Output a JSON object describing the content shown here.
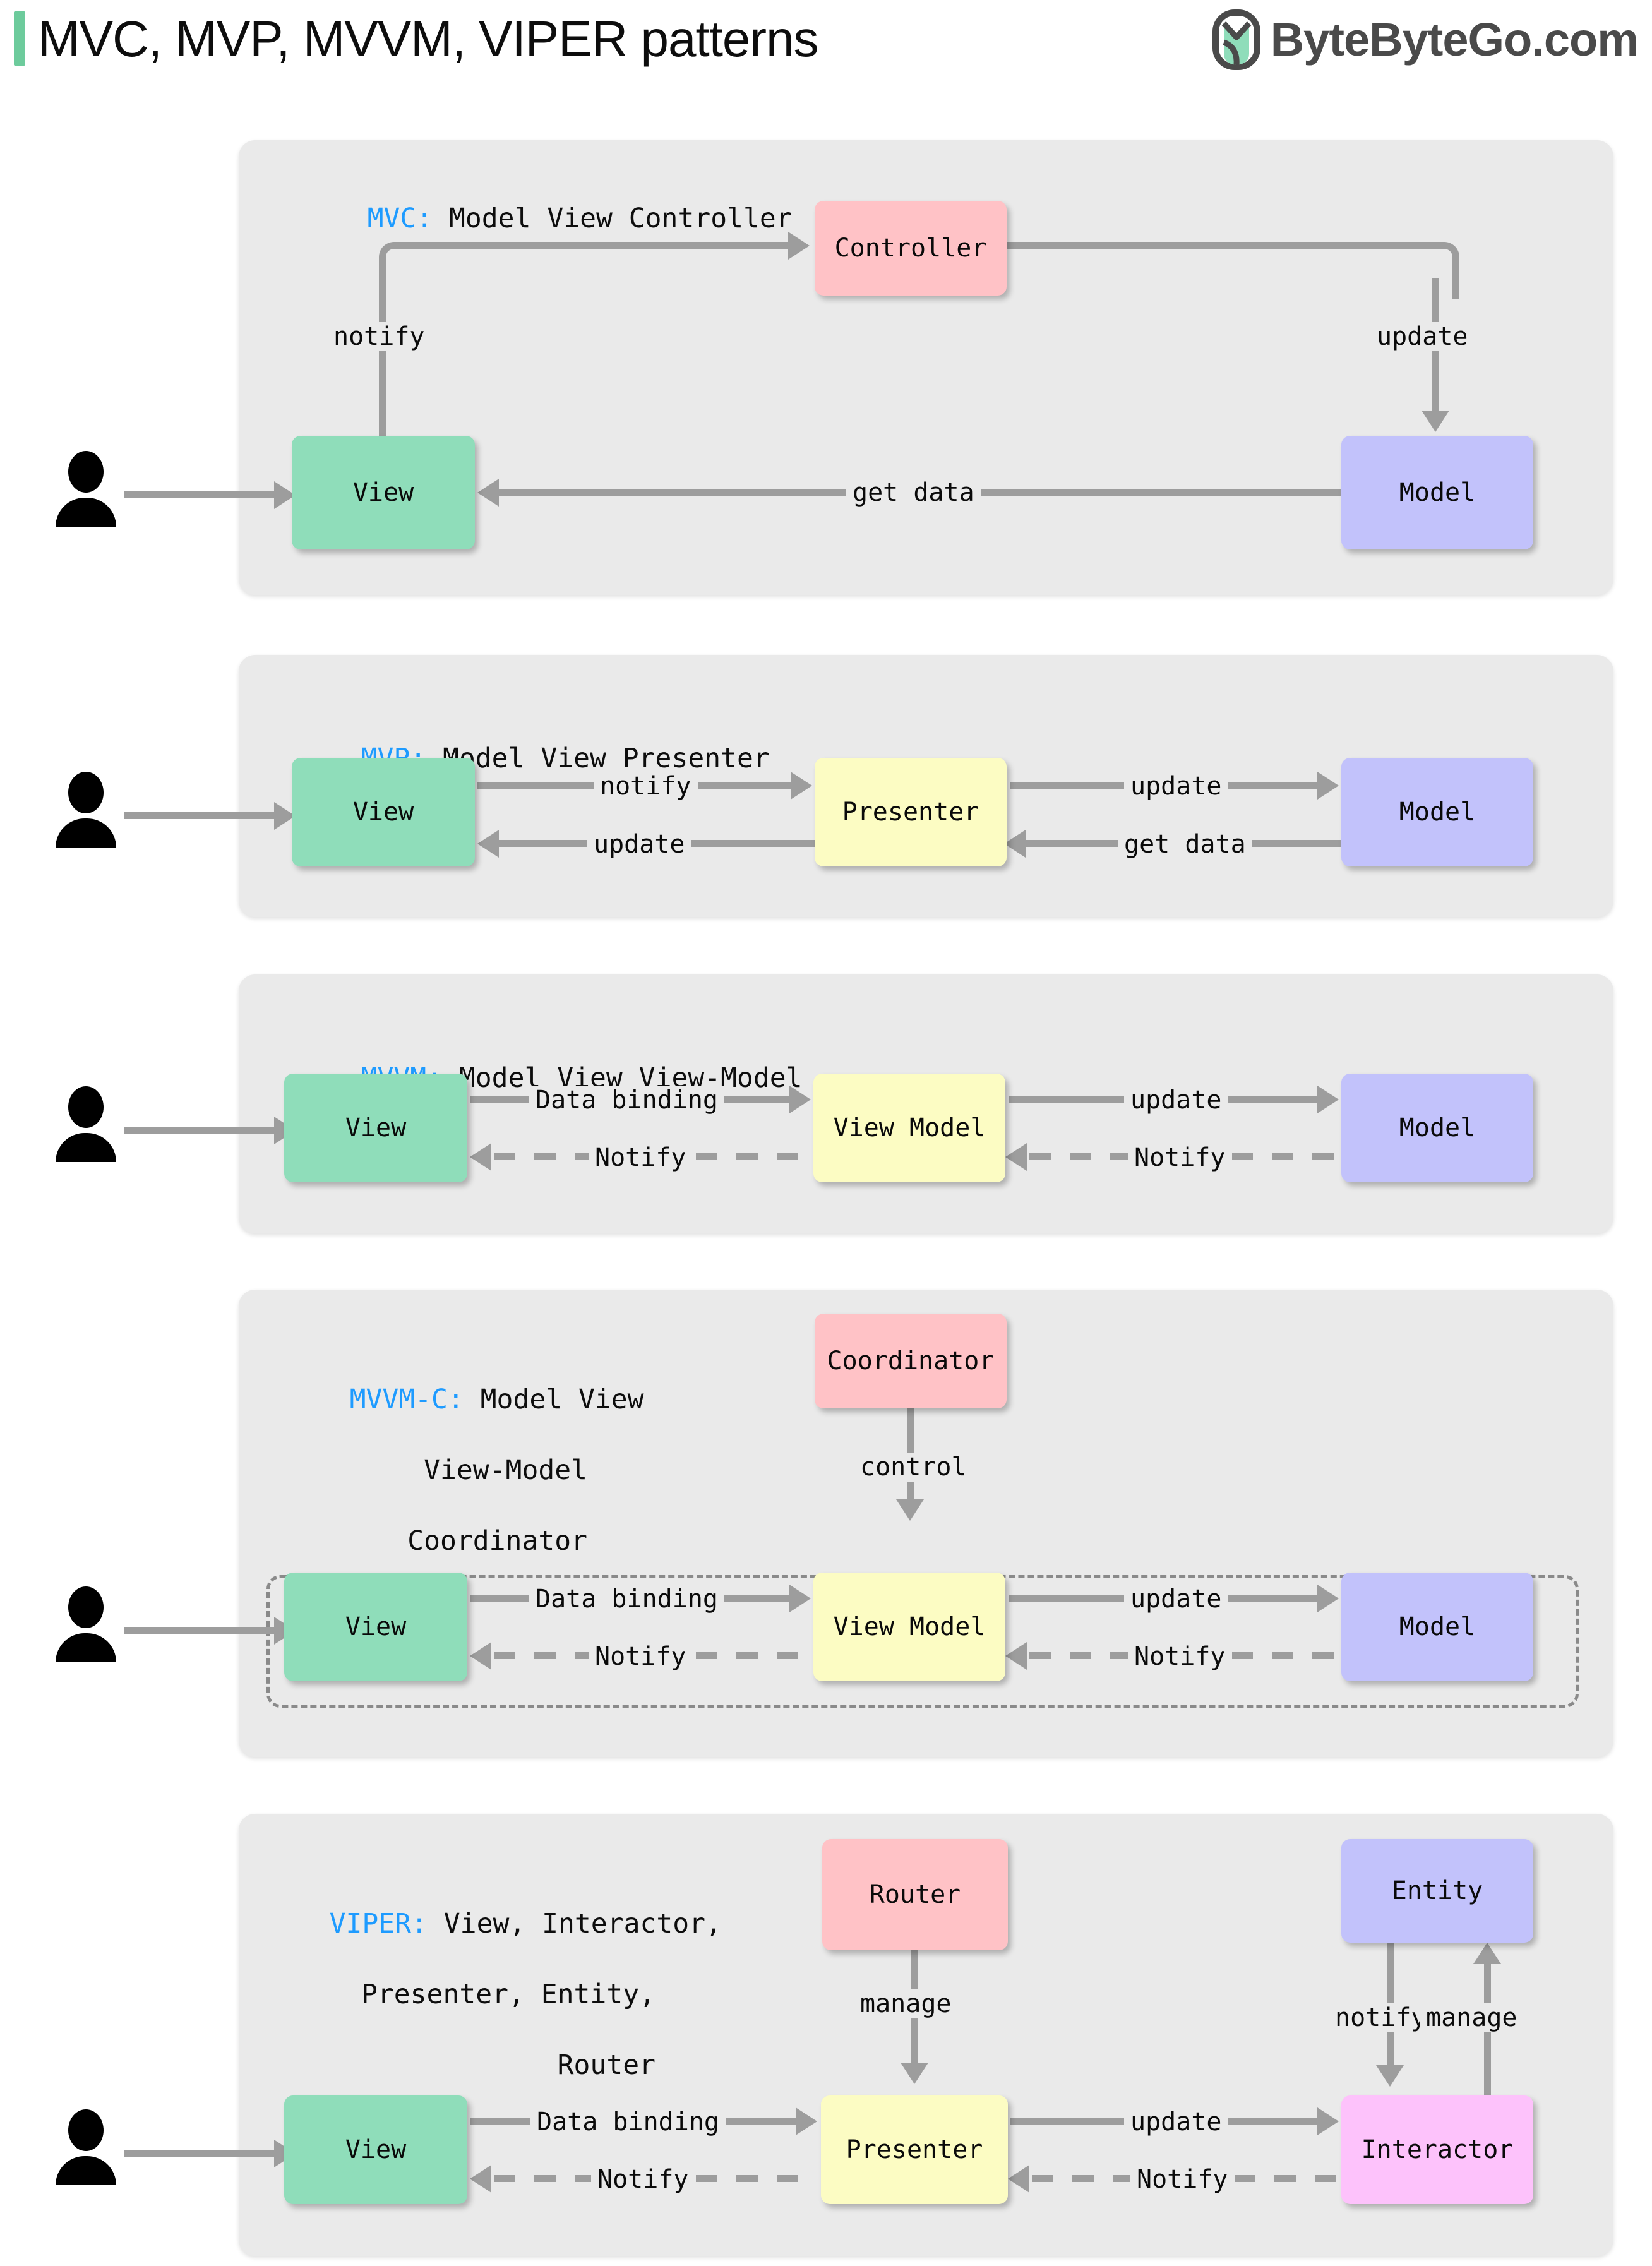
{
  "header": {
    "title": "MVC, MVP, MVVM, VIPER patterns",
    "brand_name": "ByteByteGo.com",
    "accent_color": "#6DCB9C",
    "logo_icon": "bytebytego-leaf-logo"
  },
  "palette": {
    "panel_bg": "#EAEAEA",
    "view_green": "#8FDDBA",
    "model_purple": "#C2C2FB",
    "controller_red": "#FFC2C6",
    "presenter_yellow": "#FCFCC3",
    "interactor_magenta": "#FDC2FB",
    "arrow_gray": "#9D9D9D",
    "key_blue": "#1E9BFF"
  },
  "sections": [
    {
      "id": "mvc",
      "key": "MVC:",
      "expansion": "Model View Controller",
      "nodes": [
        {
          "id": "view",
          "label": "View",
          "color": "green"
        },
        {
          "id": "controller",
          "label": "Controller",
          "color": "red"
        },
        {
          "id": "model",
          "label": "Model",
          "color": "purple"
        }
      ],
      "edges": [
        {
          "from": "view",
          "to": "controller",
          "label": "notify",
          "style": "solid"
        },
        {
          "from": "controller",
          "to": "model",
          "label": "update",
          "style": "solid"
        },
        {
          "from": "model",
          "to": "view",
          "label": "get data",
          "style": "solid"
        }
      ],
      "actor": "user-actor"
    },
    {
      "id": "mvp",
      "key": "MVP:",
      "expansion": "Model View Presenter",
      "nodes": [
        {
          "id": "view",
          "label": "View",
          "color": "green"
        },
        {
          "id": "presenter",
          "label": "Presenter",
          "color": "yellow"
        },
        {
          "id": "model",
          "label": "Model",
          "color": "purple"
        }
      ],
      "edges": [
        {
          "from": "view",
          "to": "presenter",
          "label": "notify",
          "style": "solid"
        },
        {
          "from": "presenter",
          "to": "model",
          "label": "update",
          "style": "solid"
        },
        {
          "from": "presenter",
          "to": "view",
          "label": "update",
          "style": "solid"
        },
        {
          "from": "model",
          "to": "presenter",
          "label": "get data",
          "style": "solid"
        }
      ],
      "actor": "user-actor"
    },
    {
      "id": "mvvm",
      "key": "MVVM:",
      "expansion": "Model View View-Model",
      "nodes": [
        {
          "id": "view",
          "label": "View",
          "color": "green"
        },
        {
          "id": "viewmodel",
          "label": "View Model",
          "color": "yellow"
        },
        {
          "id": "model",
          "label": "Model",
          "color": "purple"
        }
      ],
      "edges": [
        {
          "from": "view",
          "to": "viewmodel",
          "label": "Data binding",
          "style": "solid"
        },
        {
          "from": "viewmodel",
          "to": "model",
          "label": "update",
          "style": "solid"
        },
        {
          "from": "viewmodel",
          "to": "view",
          "label": "Notify",
          "style": "dashed"
        },
        {
          "from": "model",
          "to": "viewmodel",
          "label": "Notify",
          "style": "dashed"
        }
      ],
      "actor": "user-actor"
    },
    {
      "id": "mvvmc",
      "key": "MVVM-C:",
      "expansion_lines": [
        "Model View",
        "View-Model",
        "Coordinator"
      ],
      "nodes": [
        {
          "id": "coordinator",
          "label": "Coordinator",
          "color": "red"
        },
        {
          "id": "view",
          "label": "View",
          "color": "green"
        },
        {
          "id": "viewmodel",
          "label": "View Model",
          "color": "yellow"
        },
        {
          "id": "model",
          "label": "Model",
          "color": "purple"
        }
      ],
      "edges": [
        {
          "from": "coordinator",
          "to": "group",
          "label": "control",
          "style": "solid"
        },
        {
          "from": "view",
          "to": "viewmodel",
          "label": "Data binding",
          "style": "solid"
        },
        {
          "from": "viewmodel",
          "to": "model",
          "label": "update",
          "style": "solid"
        },
        {
          "from": "viewmodel",
          "to": "view",
          "label": "Notify",
          "style": "dashed"
        },
        {
          "from": "model",
          "to": "viewmodel",
          "label": "Notify",
          "style": "dashed"
        }
      ],
      "grouped_box": true,
      "actor": "user-actor"
    },
    {
      "id": "viper",
      "key": "VIPER:",
      "expansion_lines": [
        "View, Interactor,",
        "Presenter, Entity,",
        "Router"
      ],
      "nodes": [
        {
          "id": "router",
          "label": "Router",
          "color": "red"
        },
        {
          "id": "entity",
          "label": "Entity",
          "color": "purple"
        },
        {
          "id": "view",
          "label": "View",
          "color": "green"
        },
        {
          "id": "presenter",
          "label": "Presenter",
          "color": "yellow"
        },
        {
          "id": "interactor",
          "label": "Interactor",
          "color": "magenta"
        }
      ],
      "edges": [
        {
          "from": "router",
          "to": "presenter",
          "label": "manage",
          "style": "solid"
        },
        {
          "from": "entity",
          "to": "interactor",
          "label": "notify",
          "style": "solid"
        },
        {
          "from": "interactor",
          "to": "entity",
          "label": "manage",
          "style": "solid"
        },
        {
          "from": "view",
          "to": "presenter",
          "label": "Data binding",
          "style": "solid"
        },
        {
          "from": "presenter",
          "to": "interactor",
          "label": "update",
          "style": "solid"
        },
        {
          "from": "presenter",
          "to": "view",
          "label": "Notify",
          "style": "dashed"
        },
        {
          "from": "interactor",
          "to": "presenter",
          "label": "Notify",
          "style": "dashed"
        }
      ],
      "actor": "user-actor"
    }
  ]
}
